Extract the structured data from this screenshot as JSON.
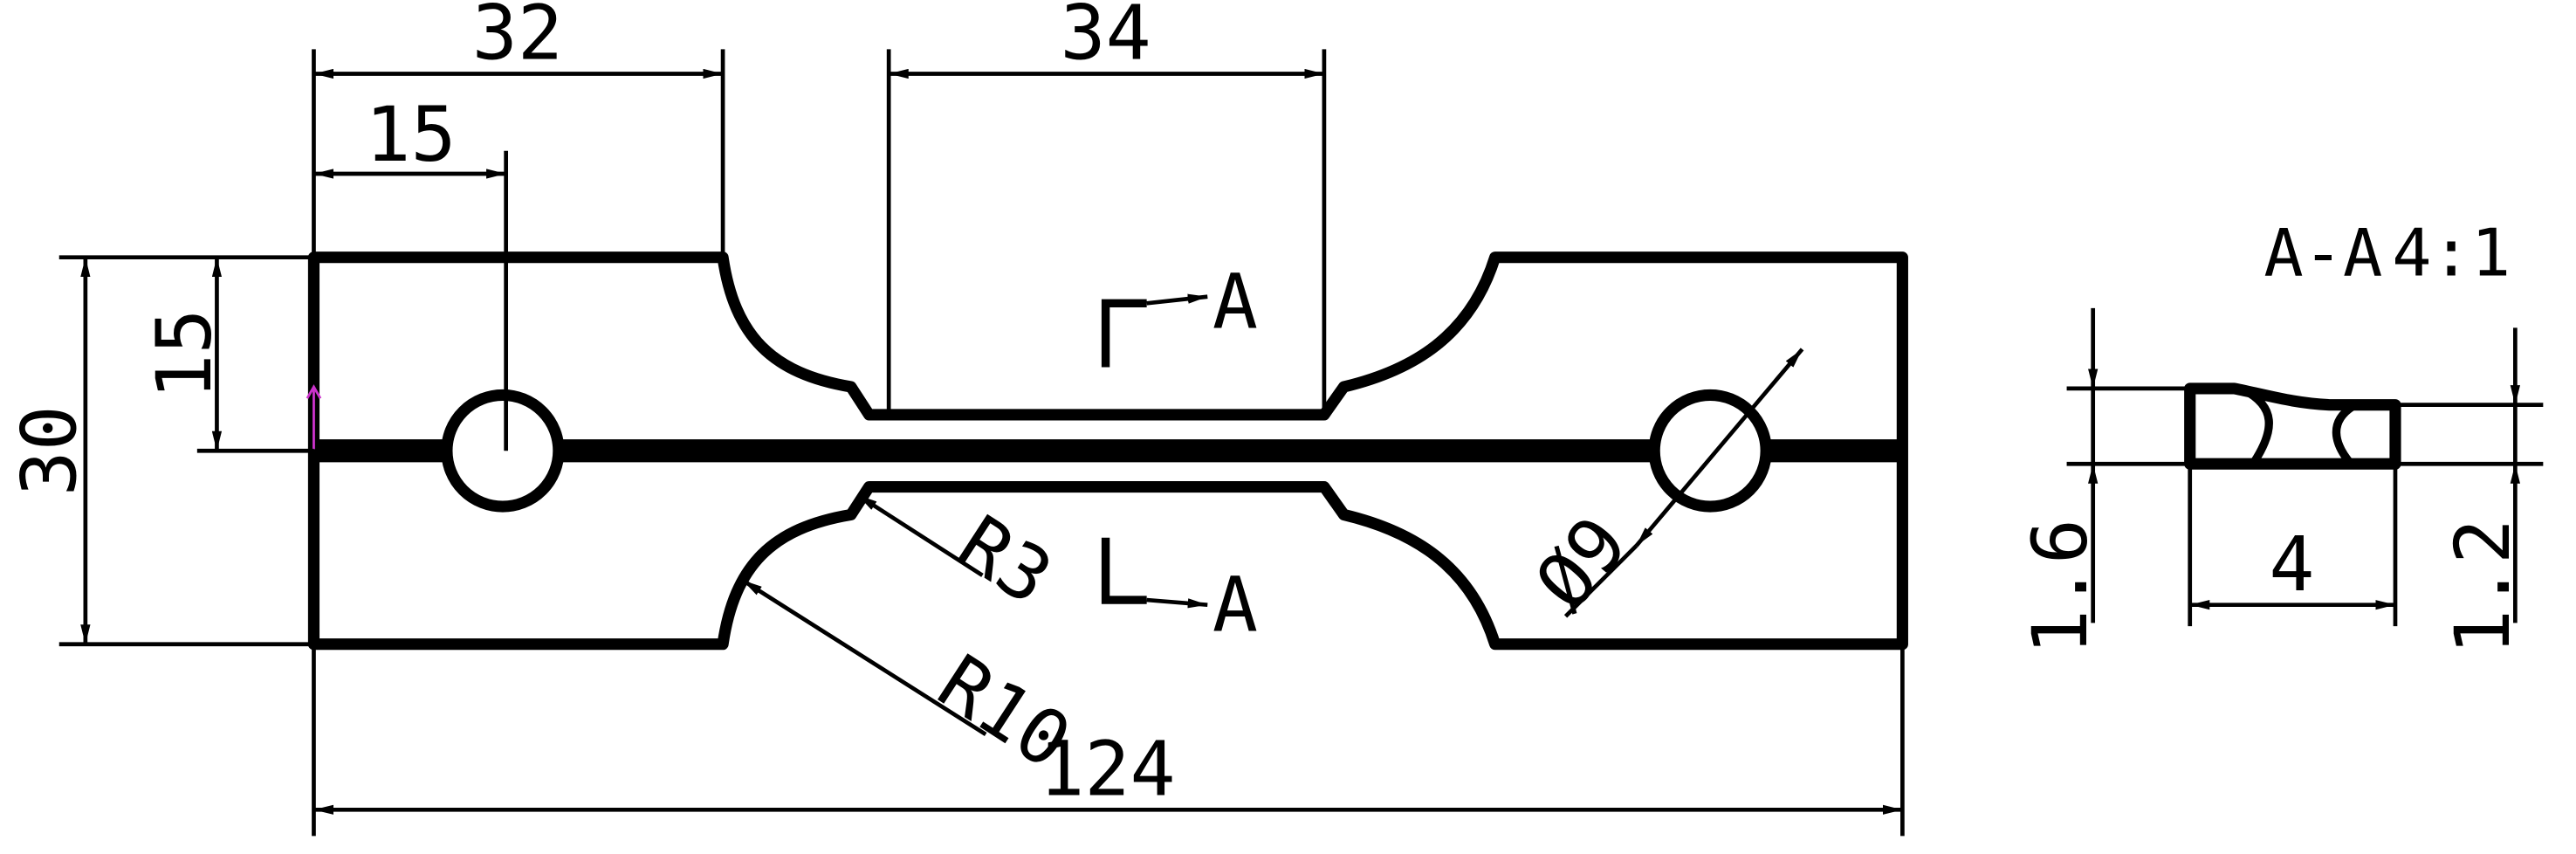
{
  "main_view": {
    "dimensions": {
      "total_length": "124",
      "end_length": "32",
      "hole_offset_x": "15",
      "center_length": "34",
      "overall_height": "30",
      "half_height": "15",
      "small_radius": "R3",
      "large_radius": "R10",
      "hole_diameter": "Ø9"
    },
    "section_marks": {
      "upper": "A",
      "lower": "A"
    }
  },
  "section_view": {
    "title": "A-A",
    "scale": "4:1",
    "dimensions": {
      "width": "4",
      "left_thickness": "1.6",
      "right_thickness": "1.2"
    }
  },
  "colors": {
    "lines": "#000000",
    "origin_marker": "#cc33cc",
    "background": "#ffffff"
  }
}
